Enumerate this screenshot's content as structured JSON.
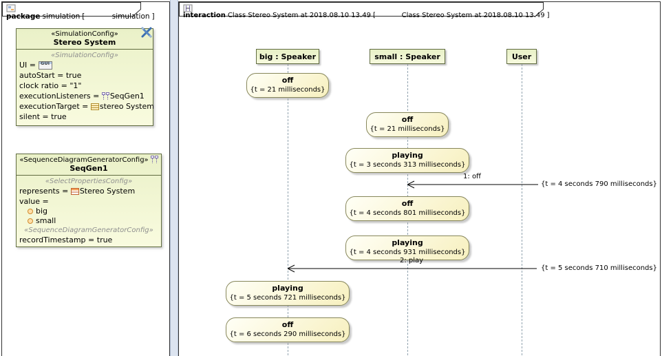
{
  "colors": {
    "frame_border": "#2e2e2e",
    "node_fill": "#eaf1c8",
    "node_border": "#5f6b3f",
    "state_fill": "#f7f0bf",
    "state_border": "#86865a",
    "lifeline": "#90a2ae",
    "splitter": "#dce4f0",
    "selection_tool_blue": "#3c6fb0",
    "stereotype_gray": "#8f8f8f"
  },
  "left": {
    "tab": {
      "keyword": "package",
      "title": "simulation",
      "open_bracket": "[",
      "diagram": "simulation",
      "close_bracket": "]"
    },
    "simconfig": {
      "stereotype": "«SimulationConfig»",
      "name": "Stereo System",
      "inner_stereotype": "«SimulationConfig»",
      "props": {
        "ui_prefix": "UI = ",
        "gui_label": "GUI",
        "autostart": "autoStart = true",
        "clock_ratio": "clock ratio = \"1\"",
        "listeners_prefix": "executionListeners = ",
        "listeners_value": "SeqGen1",
        "target_prefix": "executionTarget = ",
        "target_value": "stereo System",
        "silent": "silent = true"
      }
    },
    "seqgen": {
      "stereotype": "«SequenceDiagramGeneratorConfig»",
      "name": "SeqGen1",
      "select_stereotype": "«SelectPropertiesConfig»",
      "represents_prefix": "represents = ",
      "represents_value": "Stereo System",
      "value_label": "value =",
      "option_big": "big",
      "option_small": "small",
      "generator_stereotype": "«SequenceDiagramGeneratorConfig»",
      "record_timestamp": "recordTimestamp = true"
    }
  },
  "right": {
    "tab": {
      "keyword": "interaction",
      "title": "Class Stereo System at 2018.08.10 13.49",
      "open_bracket": "[",
      "diagram": "Class Stereo System at 2018.08.10 13.49",
      "close_bracket": "]"
    },
    "lifelines": [
      {
        "label": "big : Speaker"
      },
      {
        "label": "small : Speaker"
      },
      {
        "label": "User"
      }
    ],
    "states": [
      {
        "name": "off",
        "time": "{t = 21 milliseconds}"
      },
      {
        "name": "off",
        "time": "{t = 21 milliseconds}"
      },
      {
        "name": "playing",
        "time": "{t = 3 seconds 313 milliseconds}"
      },
      {
        "name": "off",
        "time": "{t = 4 seconds 801 milliseconds}"
      },
      {
        "name": "playing",
        "time": "{t = 4 seconds 931 milliseconds}"
      },
      {
        "name": "playing",
        "time": "{t = 5 seconds 721 milliseconds}"
      },
      {
        "name": "off",
        "time": "{t = 6 seconds 290 milliseconds}"
      }
    ],
    "messages": [
      {
        "label": "1: off",
        "time": "{t = 4 seconds 790 milliseconds}"
      },
      {
        "label": "2: play",
        "time": "{t = 5 seconds 710 milliseconds}"
      }
    ]
  }
}
